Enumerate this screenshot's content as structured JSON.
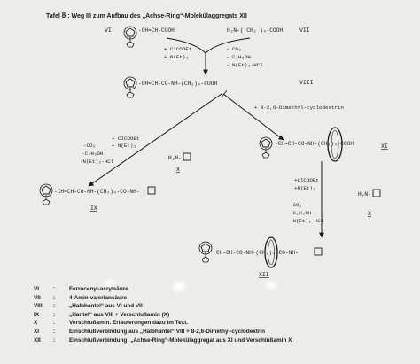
{
  "header": {
    "title_prefix": "Tafel",
    "title_number": "8",
    "title_text": ": Weg III zum Aufbau des „Achse-Ring“-Molekülaggregats XII"
  },
  "scheme": {
    "compound_labels": {
      "VI": "VI",
      "VII": "VII",
      "VIII": "VIII",
      "IX": "IX",
      "X": "X",
      "XI": "XI",
      "XII": "XII"
    },
    "formulas": {
      "vi_chain": "-CH=CH-COOH",
      "vii_amine": "H₂N-( CH₂ )₄-COOH",
      "viii_chain": "-CH=CH-CO-NH-(CH₂)₄-COOH",
      "ix_chain": "-CH=CH-CO-NH-(CH₂)₄-CO-NH-",
      "xi_chain": "-CH=CH-CO-NH-(CH₂)₄-COOH",
      "xii_chain": "CH=CH-CO-NH-(CH₂)₄-CO-NH-",
      "x_amine": "H₂N-",
      "cyclodextrin": "+ 8-2,6-Dimethyl-cyclodextrin"
    },
    "reagents": {
      "step1_left": [
        "+ ClCOOEt",
        "+ N(Et)₃"
      ],
      "step1_right": [
        "- CO₂",
        "- C₂H₅OH",
        "- N(Et)₃-HCl"
      ],
      "step2_top": [
        "+ ClCOOEt",
        "+ N(Et)₃"
      ],
      "step2_side": [
        "-CO₂",
        "-C₂H₅OH",
        "-N(Et)₃-HCl"
      ],
      "step3_top": [
        "+ClCOOEt",
        "+N(Et)₃"
      ],
      "step3_side": [
        "-CO₂",
        "-C₂H₅OH",
        "-N(Et)₃-HCl"
      ]
    }
  },
  "legend": [
    {
      "key": "VI",
      "sep": ":",
      "text": "Ferrocenyl-acrylsäure"
    },
    {
      "key": "VII",
      "sep": ":",
      "text": "4-Amin-valeriansäure"
    },
    {
      "key": "VIII",
      "sep": ":",
      "text": "„Halbhantel“ aus VI und VII"
    },
    {
      "key": "IX",
      "sep": ":",
      "text": "„Hantel“ aus VIII + Verschlußamin  (X)"
    },
    {
      "key": "X",
      "sep": ":",
      "text": "Verschlußamin. Erläuterungen dazu im Text."
    },
    {
      "key": "XI",
      "sep": ":",
      "text": "Einschlußverbindung aus „Halbhantel“ VIII + 8-2,6-Dimethyl-cyclodextrin"
    },
    {
      "key": "XII",
      "sep": ":",
      "text": "Einschlußverbindung: „Achse-Ring“-Molekülaggregat aus XI und Verschlußamin X"
    }
  ]
}
